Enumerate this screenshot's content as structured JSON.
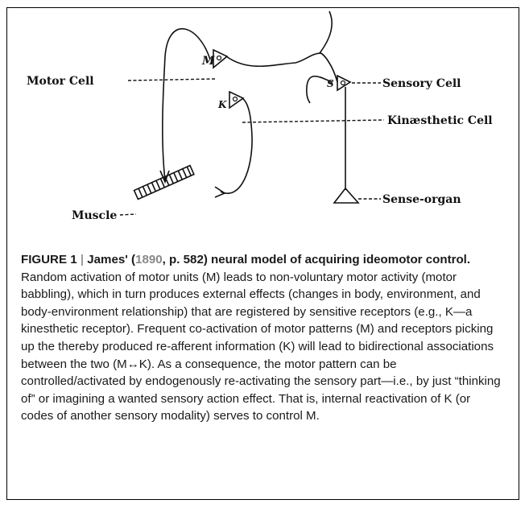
{
  "diagram": {
    "labels": {
      "motor_cell": "Motor Cell",
      "sensory_cell": "Sensory Cell",
      "kinaesthetic_cell": "Kinæsthetic Cell",
      "muscle": "Muscle",
      "sense_organ": "Sense-organ",
      "m": "M",
      "k": "K",
      "s": "S"
    }
  },
  "caption": {
    "figure_label": "FIGURE 1",
    "separator": "|",
    "title_before_cite": "James' (",
    "cite_year": "1890",
    "title_after_cite": ", p. 582) neural model of acquiring ideomotor control.",
    "body": "Random activation of motor units (M) leads to non-voluntary motor activity (motor babbling), which in turn produces external effects (changes in body, environment, and body-environment relationship) that are registered by sensitive receptors (e.g., K—a kinesthetic receptor). Frequent co-activation of motor patterns (M) and receptors picking up the thereby produced re-afferent information (K) will lead to bidirectional associations between the two (M↔K). As a consequence, the motor pattern can be controlled/activated by endogenously re-activating the sensory part—i.e., by just “thinking of” or imagining a wanted sensory action effect. That is, internal reactivation of K (or codes of another sensory modality) serves to control M."
  }
}
